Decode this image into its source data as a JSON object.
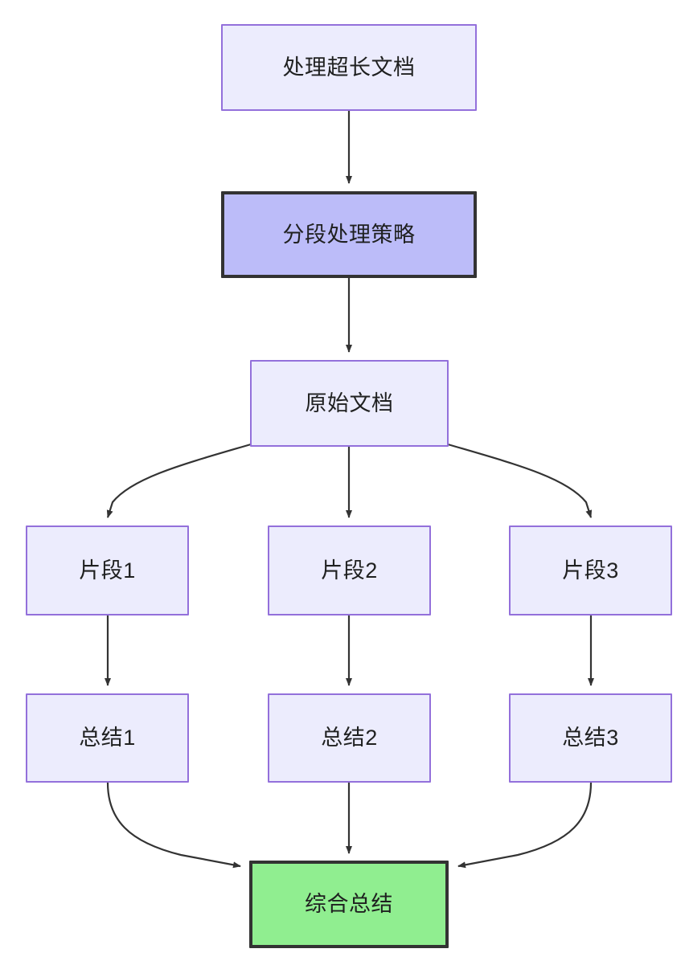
{
  "diagram": {
    "type": "flowchart",
    "direction": "top-to-bottom",
    "title": "",
    "background_color": "#ffffff",
    "styles": {
      "default_fill": "#ececfd",
      "default_stroke": "#9370db",
      "accent_fill": "#bcbcf9",
      "accent_stroke": "#333333",
      "success_fill": "#90ee90",
      "success_stroke": "#333333",
      "edge_color": "#333333",
      "text_color": "#1f2020"
    },
    "nodes": [
      {
        "id": "n1",
        "label": "处理超长文档",
        "style": "default"
      },
      {
        "id": "n2",
        "label": "分段处理策略",
        "style": "accent"
      },
      {
        "id": "n3",
        "label": "原始文档",
        "style": "default"
      },
      {
        "id": "n4",
        "label": "片段1",
        "style": "default"
      },
      {
        "id": "n5",
        "label": "片段2",
        "style": "default"
      },
      {
        "id": "n6",
        "label": "片段3",
        "style": "default"
      },
      {
        "id": "n7",
        "label": "总结1",
        "style": "default"
      },
      {
        "id": "n8",
        "label": "总结2",
        "style": "default"
      },
      {
        "id": "n9",
        "label": "总结3",
        "style": "default"
      },
      {
        "id": "n10",
        "label": "综合总结",
        "style": "success"
      }
    ],
    "edges": [
      {
        "from": "n1",
        "to": "n2",
        "label": ""
      },
      {
        "from": "n2",
        "to": "n3",
        "label": ""
      },
      {
        "from": "n3",
        "to": "n4",
        "label": ""
      },
      {
        "from": "n3",
        "to": "n5",
        "label": ""
      },
      {
        "from": "n3",
        "to": "n6",
        "label": ""
      },
      {
        "from": "n4",
        "to": "n7",
        "label": ""
      },
      {
        "from": "n5",
        "to": "n8",
        "label": ""
      },
      {
        "from": "n6",
        "to": "n9",
        "label": ""
      },
      {
        "from": "n7",
        "to": "n10",
        "label": ""
      },
      {
        "from": "n8",
        "to": "n10",
        "label": ""
      },
      {
        "from": "n9",
        "to": "n10",
        "label": ""
      }
    ]
  }
}
